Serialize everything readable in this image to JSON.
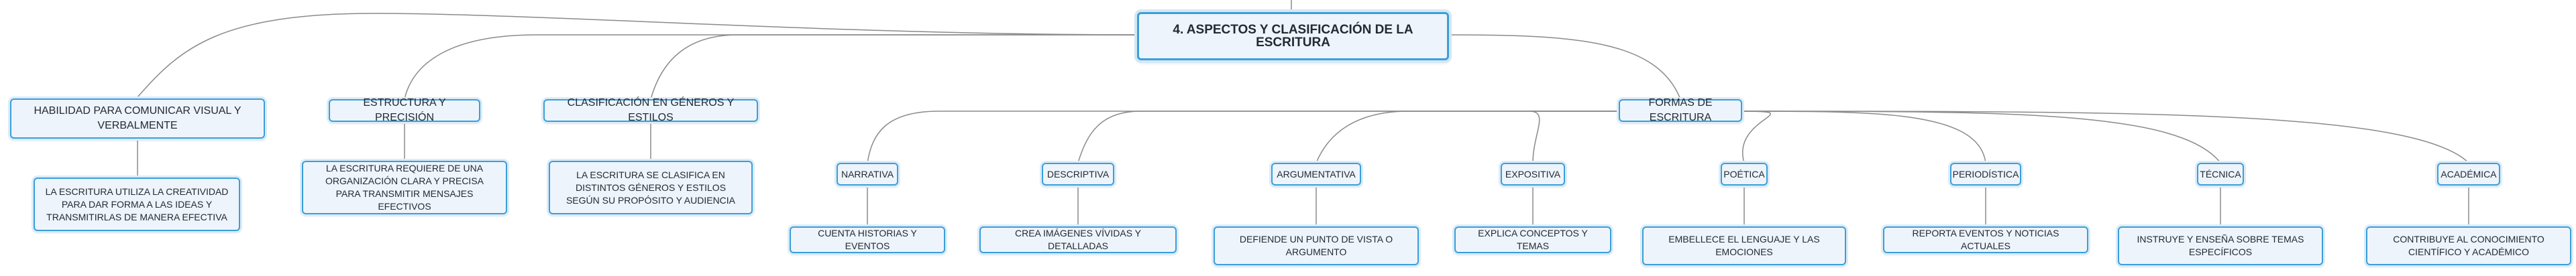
{
  "root": {
    "label": "4. ASPECTOS Y CLASIFICACIÓN DE LA ESCRITURA"
  },
  "branches": [
    {
      "label": "HABILIDAD PARA COMUNICAR VISUAL Y VERBALMENTE",
      "detail": "LA ESCRITURA UTILIZA LA CREATIVIDAD PARA DAR FORMA A LAS IDEAS Y TRANSMITIRLAS DE MANERA EFECTIVA"
    },
    {
      "label": "ESTRUCTURA Y PRECISIÓN",
      "detail": "LA ESCRITURA REQUIERE DE UNA ORGANIZACIÓN CLARA Y PRECISA PARA TRANSMITIR MENSAJES EFECTIVOS"
    },
    {
      "label": "CLASIFICACIÓN EN GÉNEROS Y ESTILOS",
      "detail": "LA ESCRITURA SE CLASIFICA EN DISTINTOS GÉNEROS Y ESTILOS SEGÚN SU PROPÓSITO Y AUDIENCIA"
    },
    {
      "label": "FORMAS DE ESCRITURA",
      "forms": [
        {
          "label": "NARRATIVA",
          "detail": "CUENTA HISTORIAS Y EVENTOS"
        },
        {
          "label": "DESCRIPTIVA",
          "detail": "CREA IMÁGENES VÍVIDAS Y DETALLADAS"
        },
        {
          "label": "ARGUMENTATIVA",
          "detail": "DEFIENDE UN PUNTO DE VISTA O ARGUMENTO"
        },
        {
          "label": "EXPOSITIVA",
          "detail": "EXPLICA CONCEPTOS Y TEMAS"
        },
        {
          "label": "POÉTICA",
          "detail": "EMBELLECE EL LENGUAJE Y LAS EMOCIONES"
        },
        {
          "label": "PERIODÍSTICA",
          "detail": "REPORTA EVENTOS Y NOTICIAS ACTUALES"
        },
        {
          "label": "TÉCNICA",
          "detail": "INSTRUYE Y ENSEÑA SOBRE TEMAS ESPECÍFICOS"
        },
        {
          "label": "ACADÉMICA",
          "detail": "CONTRIBUYE AL CONOCIMIENTO CIENTÍFICO Y ACADÉMICO"
        }
      ]
    }
  ],
  "colors": {
    "node_border": "#3a9fd8",
    "node_fill": "#eef4fb",
    "connector": "#8a8a8a"
  }
}
